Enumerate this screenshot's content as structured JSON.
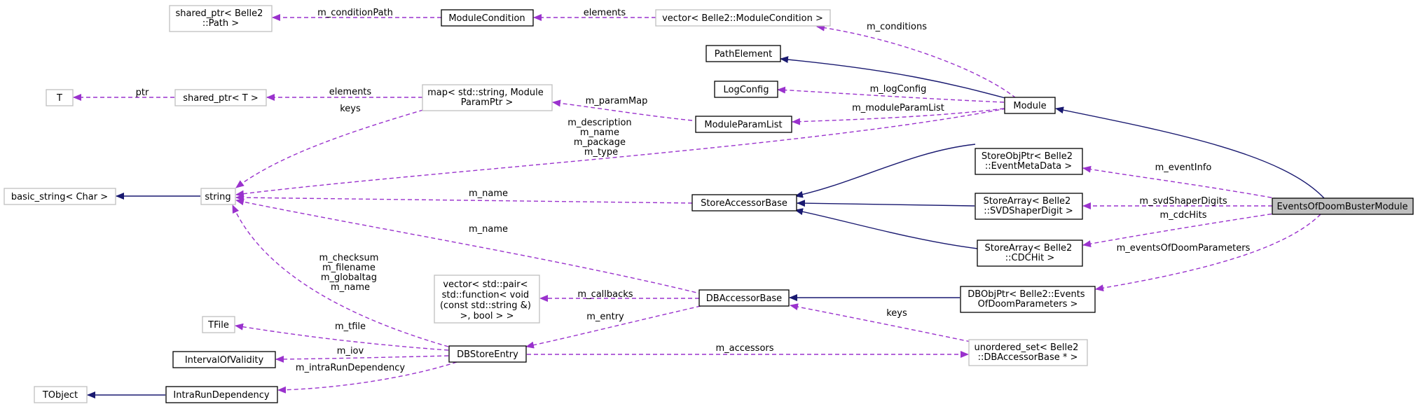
{
  "nodes": {
    "events_of_doom_buster_module": [
      "EventsOfDoomBusterModule"
    ],
    "module": [
      "Module"
    ],
    "path_element": [
      "PathElement"
    ],
    "log_config": [
      "LogConfig"
    ],
    "module_param_list": [
      "ModuleParamList"
    ],
    "module_condition": [
      "ModuleCondition"
    ],
    "vector_module_condition": [
      "vector< Belle2::ModuleCondition >"
    ],
    "shared_ptr_path": [
      "shared_ptr< Belle2",
      "::Path >"
    ],
    "map_string_param": [
      "map< std::string, Module",
      "ParamPtr >"
    ],
    "shared_ptr_t": [
      "shared_ptr< T >"
    ],
    "t": [
      "T"
    ],
    "basic_string": [
      "basic_string< Char >"
    ],
    "string": [
      "string"
    ],
    "store_obj_ptr": [
      "StoreObjPtr< Belle2",
      "::EventMetaData >"
    ],
    "store_accessor_base": [
      "StoreAccessorBase"
    ],
    "store_array_svd": [
      "StoreArray< Belle2",
      "::SVDShaperDigit >"
    ],
    "store_array_cdc": [
      "StoreArray< Belle2",
      "::CDCHit >"
    ],
    "db_obj_ptr": [
      "DBObjPtr< Belle2::Events",
      "OfDoomParameters >"
    ],
    "db_accessor_base": [
      "DBAccessorBase"
    ],
    "vector_pair_function": [
      "vector< std::pair<",
      "std::function< void",
      "(const std::string &)",
      ">, bool > >"
    ],
    "unordered_set": [
      "unordered_set< Belle2",
      "::DBAccessorBase * >"
    ],
    "db_store_entry": [
      "DBStoreEntry"
    ],
    "tfile": [
      "TFile"
    ],
    "interval_of_validity": [
      "IntervalOfValidity"
    ],
    "intra_run_dependency": [
      "IntraRunDependency"
    ],
    "tobject": [
      "TObject"
    ]
  },
  "edge_labels": {
    "m_condition_path": [
      "m_conditionPath"
    ],
    "elements_conditions": [
      "elements"
    ],
    "m_conditions": [
      "m_conditions"
    ],
    "ptr": [
      "ptr"
    ],
    "elements_map": [
      "elements"
    ],
    "keys_map": [
      "keys"
    ],
    "m_param_map": [
      "m_paramMap"
    ],
    "m_log_config": [
      "m_logConfig"
    ],
    "m_module_param_list": [
      "m_moduleParamList"
    ],
    "module_strings": [
      "m_description",
      "m_name",
      "m_package",
      "m_type"
    ],
    "m_event_info": [
      "m_eventInfo"
    ],
    "m_svd_shaper_digits": [
      "m_svdShaperDigits"
    ],
    "m_cdc_hits": [
      "m_cdcHits"
    ],
    "m_events_of_doom_parameters": [
      "m_eventsOfDoomParameters"
    ],
    "m_name_store": [
      "m_name"
    ],
    "m_name_db": [
      "m_name"
    ],
    "db_store_strings": [
      "m_checksum",
      "m_filename",
      "m_globaltag",
      "m_name"
    ],
    "m_callbacks": [
      "m_callbacks"
    ],
    "m_entry": [
      "m_entry"
    ],
    "keys_set": [
      "keys"
    ],
    "m_accessors": [
      "m_accessors"
    ],
    "m_tfile": [
      "m_tfile"
    ],
    "m_iov": [
      "m_iov"
    ],
    "m_intra_run_dependency": [
      "m_intraRunDependency"
    ]
  },
  "colors": {
    "inheritance_edge": "#191970",
    "usage_edge": "#9a32cd",
    "focus_node_fill": "#bfbfbf",
    "undocumented_border": "#bfbfbf"
  }
}
